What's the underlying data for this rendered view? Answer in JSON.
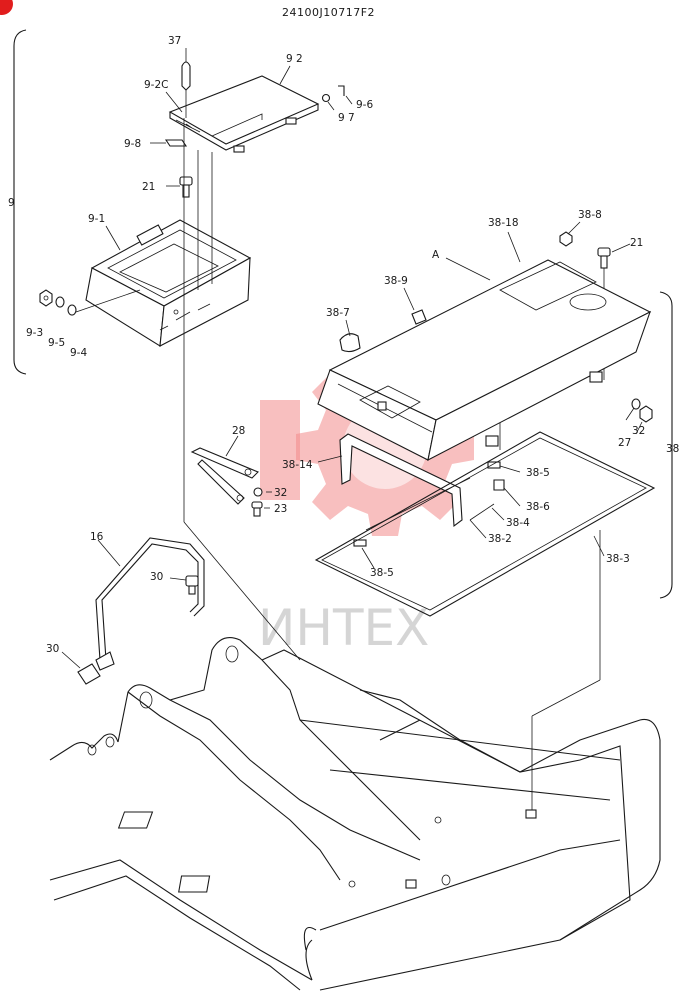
{
  "header": {
    "code": "24100J10717F2"
  },
  "watermark": {
    "text": "ИНТЕХ",
    "color": "#f28b8b"
  },
  "labels": {
    "l37": "37",
    "l92": "9 2",
    "l92c": "9-2C",
    "l96": "9-6",
    "l97": "9 7",
    "l98": "9-8",
    "l21a": "21",
    "l9": "9",
    "l91": "9-1",
    "l93": "9-3",
    "l95": "9-5",
    "l94": "9-4",
    "l3818": "38-18",
    "l388": "38-8",
    "l21b": "21",
    "lA": "A",
    "l389": "38-9",
    "l387": "38-7",
    "l38": "38",
    "l32a": "32",
    "l27": "27",
    "l28": "28",
    "l3814": "38-14",
    "l32b": "32",
    "l23": "23",
    "l385a": "38-5",
    "l386": "38-6",
    "l384": "38-4",
    "l382": "38-2",
    "l383": "38-3",
    "l385b": "38-5",
    "l16": "16",
    "l30a": "30",
    "l30b": "30"
  }
}
